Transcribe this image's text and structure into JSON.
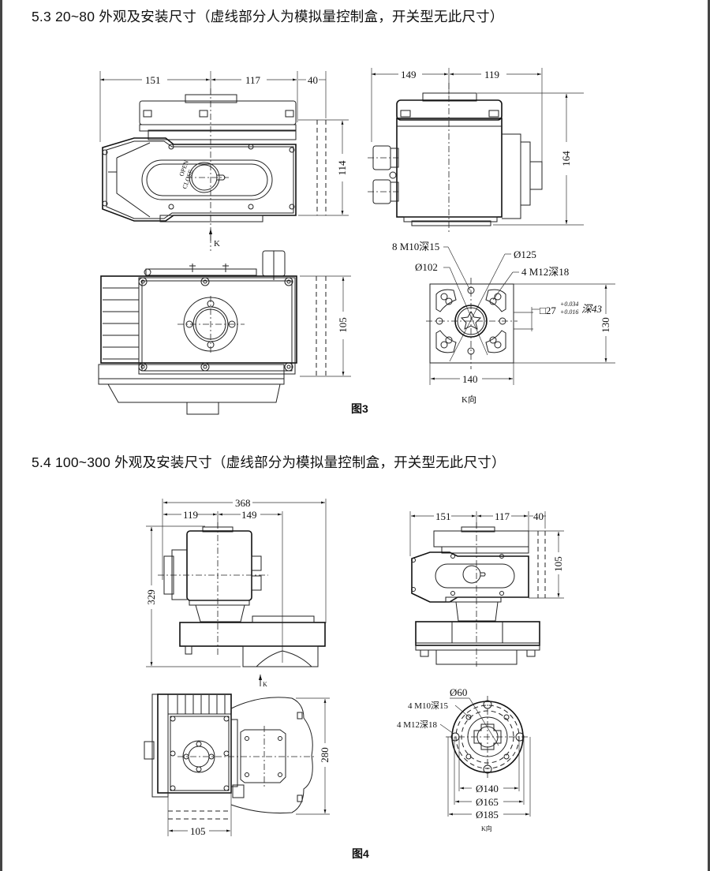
{
  "section_53": {
    "heading": "5.3  20~80 外观及安装尺寸（虚线部分人为模拟量控制盒，开关型无此尺寸）",
    "figure_label": "图3",
    "front_view": {
      "dims": [
        "151",
        "117",
        "40",
        "114"
      ],
      "dial_labels": [
        "OPEN",
        "CLOSE"
      ],
      "view_marker": "K"
    },
    "side_view": {
      "dims": [
        "149",
        "119",
        "164"
      ]
    },
    "top_view": {
      "dims": [
        "105"
      ]
    },
    "k_view": {
      "callouts": [
        "8 M10深15",
        "Ø125",
        "Ø102",
        "4 M12深18"
      ],
      "square_drive": "□27",
      "tol_upper": "+0.034",
      "tol_lower": "+0.016",
      "depth": "深43",
      "dims": [
        "140",
        "130"
      ],
      "caption": "K向"
    }
  },
  "section_54": {
    "heading": "5.4  100~300 外观及安装尺寸（虚线部分为模拟量控制盒，开关型无此尺寸）",
    "figure_label": "图4",
    "side_view": {
      "dims": [
        "368",
        "119",
        "149",
        "329"
      ]
    },
    "front_view": {
      "dims": [
        "151",
        "117",
        "40",
        "105"
      ]
    },
    "top_view": {
      "dims": [
        "105",
        "280"
      ],
      "view_marker": "K"
    },
    "k_view": {
      "callouts": [
        "Ø60",
        "4 M10深15",
        "4 M12深18"
      ],
      "dims": [
        "Ø140",
        "Ø165",
        "Ø185"
      ],
      "caption": "K向"
    }
  }
}
